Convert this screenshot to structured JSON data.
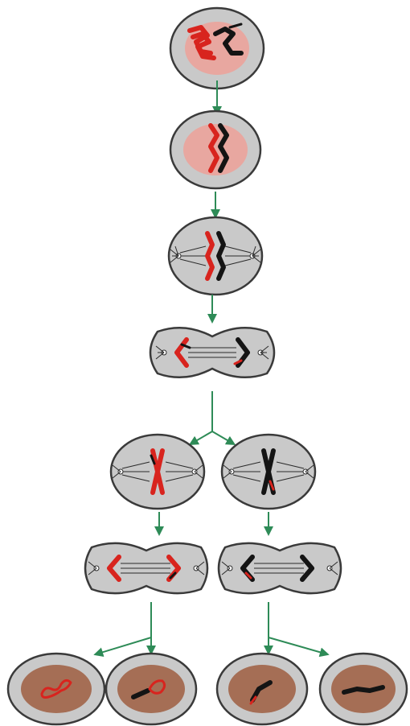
{
  "diagram": {
    "kind": "meiosis",
    "colors": {
      "cell_fill": "#c9c9c9",
      "cell_stroke": "#3a3a3a",
      "nucleus_pink": "#e8a7a0",
      "nucleus_brown": "#a56e55",
      "chromosome_maternal": "#d8241e",
      "chromosome_paternal": "#141414",
      "arrow": "#2e8b57",
      "spindle": "#2a2a2a"
    },
    "stages": [
      "interphase-duplicated",
      "prophase-i-synapsis",
      "metaphase-i",
      "anaphase-telophase-i",
      "metaphase-ii",
      "anaphase-telophase-ii",
      "gametes"
    ]
  }
}
